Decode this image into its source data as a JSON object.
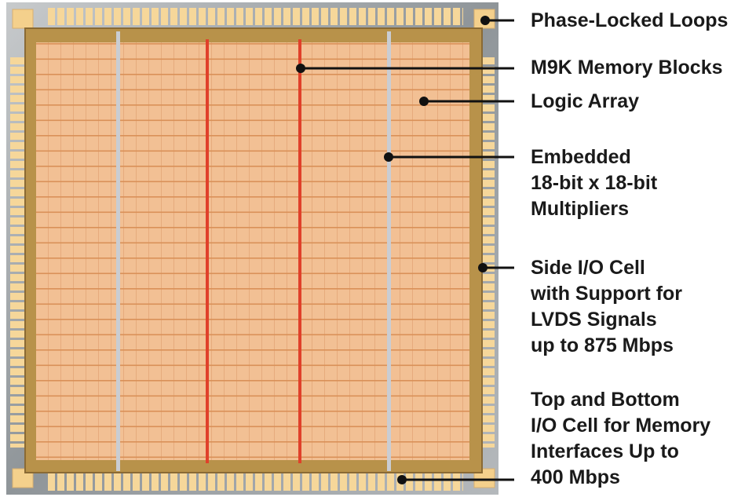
{
  "callouts": {
    "pll": {
      "lines": [
        "Phase-Locked Loops"
      ]
    },
    "m9k": {
      "lines": [
        "M9K Memory Blocks"
      ]
    },
    "logic": {
      "lines": [
        "Logic Array"
      ]
    },
    "multipliers": {
      "lines": [
        "Embedded",
        "18-bit x 18-bit",
        "Multipliers"
      ]
    },
    "side_io": {
      "lines": [
        "Side I/O Cell",
        "with Support for",
        "LVDS Signals",
        "up to 875 Mbps"
      ]
    },
    "top_bottom_io": {
      "lines": [
        "Top and Bottom",
        "I/O Cell for Memory",
        "Interfaces Up to",
        "400 Mbps"
      ]
    }
  },
  "colors": {
    "die_core": "#f2c094",
    "cell_line": "#e3a574",
    "row_line": "#d98e58",
    "memory_column": "#e0402a",
    "multiplier_column": "#c9cdd3",
    "io_frame": "#b8924a",
    "package_gray": "#9ea3a8",
    "io_pad": "#f6d79a",
    "pll_block": "#f4d08c"
  },
  "icons": {
    "leader_dot": "callout-dot-icon"
  }
}
